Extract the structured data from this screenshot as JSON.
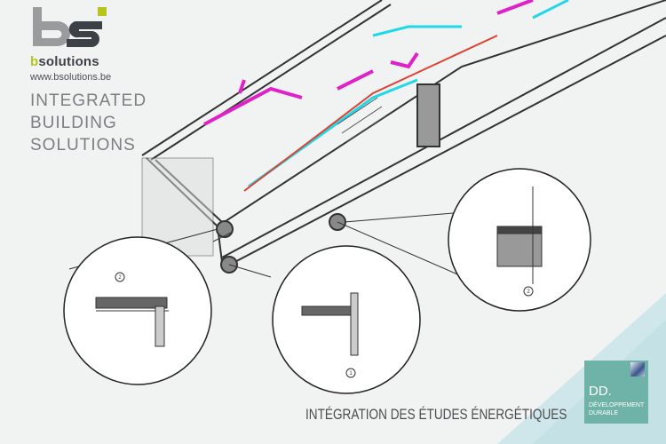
{
  "brand": {
    "logo": "bs",
    "name_b": "b",
    "name_rest": "solutions",
    "url": "www.bsolutions.be",
    "tagline": [
      "INTEGRATED",
      "BUILDING",
      "SOLUTIONS"
    ]
  },
  "headline": "INTÉGRATION DES ÉTUDES ÉNERGÉTIQUES",
  "badge": {
    "title": "DD.",
    "line1": "DÉVELOPPEMENT",
    "line2": "DURABLE"
  },
  "detail_labels": [
    "2",
    "1",
    "2"
  ],
  "colors": {
    "accent": "#b7c41d",
    "badge": "#6fb3a8",
    "pipe_magenta": "#e020c8",
    "pipe_cyan": "#20d8e8",
    "pipe_red": "#e04030"
  }
}
